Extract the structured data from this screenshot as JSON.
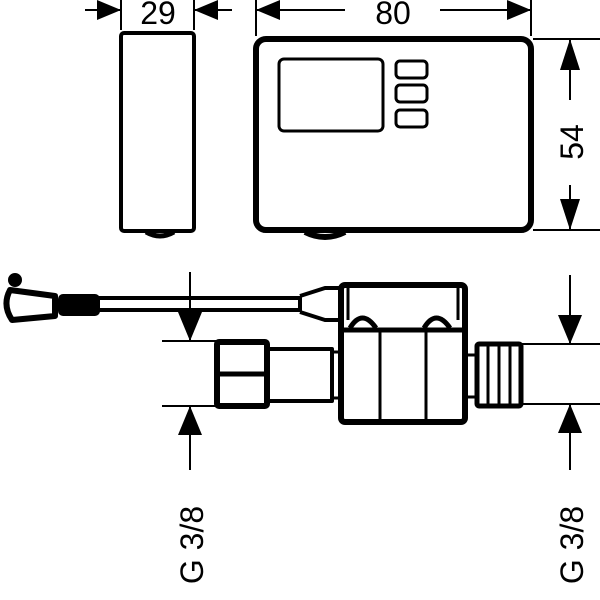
{
  "dimensions": {
    "width_side": "29",
    "width_front": "80",
    "height_front": "54",
    "inlet_thread": "G 3/8",
    "outlet_thread": "G 3/8"
  },
  "colors": {
    "line": "#000000",
    "background": "#ffffff"
  }
}
